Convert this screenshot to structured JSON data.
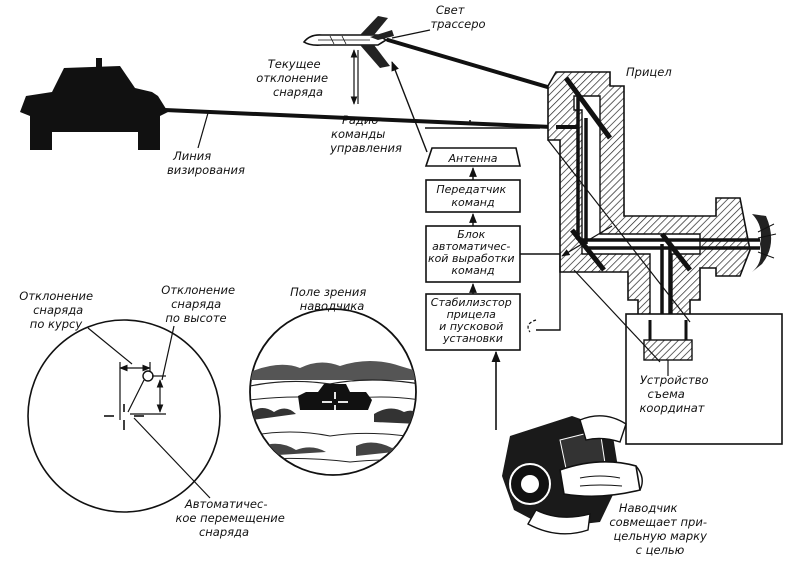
{
  "labels": {
    "tracer": [
      "Свет",
      "трассеро"
    ],
    "deviation": [
      "Текущее",
      "отклонение",
      "снаряда"
    ],
    "sight": "Прицел",
    "radio": [
      "Радио",
      "команды",
      "управления"
    ],
    "los": [
      "Линия",
      "визирования"
    ],
    "course_dev": [
      "Отклонение",
      "снаряда",
      "по курсу"
    ],
    "height_dev": [
      "Отклонение",
      "снаряда",
      "по высоте"
    ],
    "field_of_view": [
      "Поле зрения",
      "наводчика"
    ],
    "auto_move": [
      "Автоматичес-",
      "кое перемещение",
      "снаряда"
    ],
    "coord_device": [
      "Устройство",
      "съема",
      "координат"
    ],
    "operator": [
      "Наводчик",
      "совмещает при-",
      "цельную марку",
      "с целью"
    ]
  },
  "boxes": {
    "antenna": [
      "Антенна"
    ],
    "transmitter": [
      "Передатчик",
      "команд"
    ],
    "auto_block": [
      "Блок",
      "автоматичес-",
      "кой выработки",
      "команд"
    ],
    "stabilizer": [
      "Стабилизстор",
      "прицела",
      "и пусковой",
      "установки"
    ]
  }
}
